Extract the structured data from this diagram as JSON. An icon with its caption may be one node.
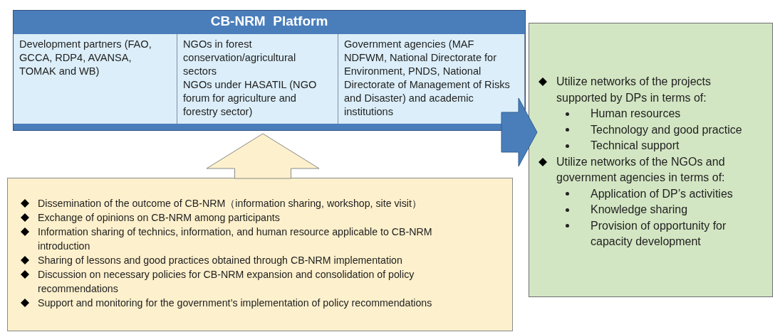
{
  "diagram": {
    "nodes": [
      {
        "text": [
          "CB-NRM  Platform"
        ]
      },
      {
        "text": [
          "Development partners (FAO, GCCA, RDP4, AVANSA, TOMAK and WB)"
        ],
        "in": 0
      },
      {
        "text": [
          "NGOs in forest conservation/agricultural sectors",
          "NGOs under HASATIL (NGO forum for agriculture and forestry sector)"
        ],
        "in": 0
      },
      {
        "text": [
          "Government agencies (MAF NDFWM, National Directorate for Environment, PNDS, National Directorate of Management of Risks and  Disaster) and academic institutions"
        ],
        "in": 0
      },
      {
        "text": [
          "Dissemination of the outcome of CB-NRM（information sharing, workshop, site visit）",
          "Exchange of opinions on CB-NRM among participants",
          "Information sharing of technics, information, and human resource applicable to CB-NRM introduction",
          "Sharing of lessons and good practices obtained through CB-NRM implementation",
          "Discussion on necessary policies for CB-NRM expansion and consolidation of policy recommendations",
          "Support and monitoring for the government’s implementation of policy recommendations"
        ]
      },
      {
        "text": [
          "Utilize networks of the projects supported by DPs in terms of:",
          "Human resources",
          "Technology and good practice",
          "Technical support",
          "Utilize networks of the NGOs and government agencies in terms of:",
          "Application of DP’s activities",
          "Knowledge sharing",
          "Provision of opportunity for capacity development"
        ]
      }
    ],
    "edges": [
      {
        "from": 4,
        "to": 0,
        "arrow": "to",
        "color": "#fdf0cc"
      },
      {
        "from": 0,
        "to": 5,
        "arrow": "to"
      }
    ]
  }
}
